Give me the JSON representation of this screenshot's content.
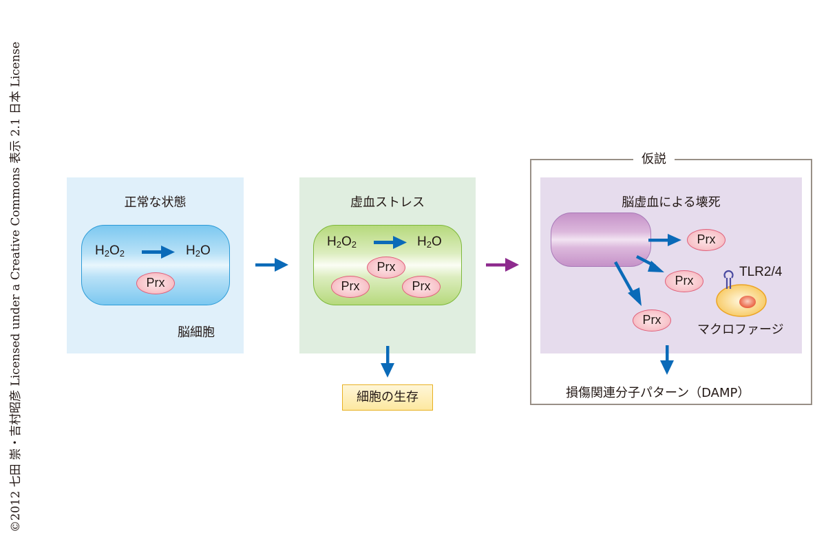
{
  "copyright": "©2012 七田 崇・吉村昭彦 Licensed under a Creative Commons 表示 2.1 日本 License",
  "colors": {
    "arrow_blue": "#0a6ab8",
    "arrow_purple": "#8e2b8e",
    "normal_bg": "#e0f0fa",
    "ischemia_bg": "#e0eee0",
    "necrosis_bg": "#e6dced",
    "hypothesis_border": "#988f86"
  },
  "panels": {
    "normal": {
      "title": "正常な状態",
      "reactant": {
        "base": "H",
        "sub1": "2",
        "mid": "O",
        "sub2": "2"
      },
      "product": {
        "base": "H",
        "sub1": "2",
        "mid": "O"
      },
      "enzyme": "Prx",
      "cell_label": "脳細胞"
    },
    "ischemia": {
      "title": "虚血ストレス",
      "reactant": {
        "base": "H",
        "sub1": "2",
        "mid": "O",
        "sub2": "2"
      },
      "product": {
        "base": "H",
        "sub1": "2",
        "mid": "O"
      },
      "enzymes": [
        "Prx",
        "Prx",
        "Prx"
      ],
      "outcome": "細胞の生存"
    },
    "hypothesis": {
      "frame_label": "仮説",
      "title": "脳虚血による壊死",
      "released": [
        "Prx",
        "Prx",
        "Prx"
      ],
      "receptor": "TLR2/4",
      "macrophage": "マクロファージ",
      "outcome": "損傷関連分子パターン（DAMP）"
    }
  }
}
